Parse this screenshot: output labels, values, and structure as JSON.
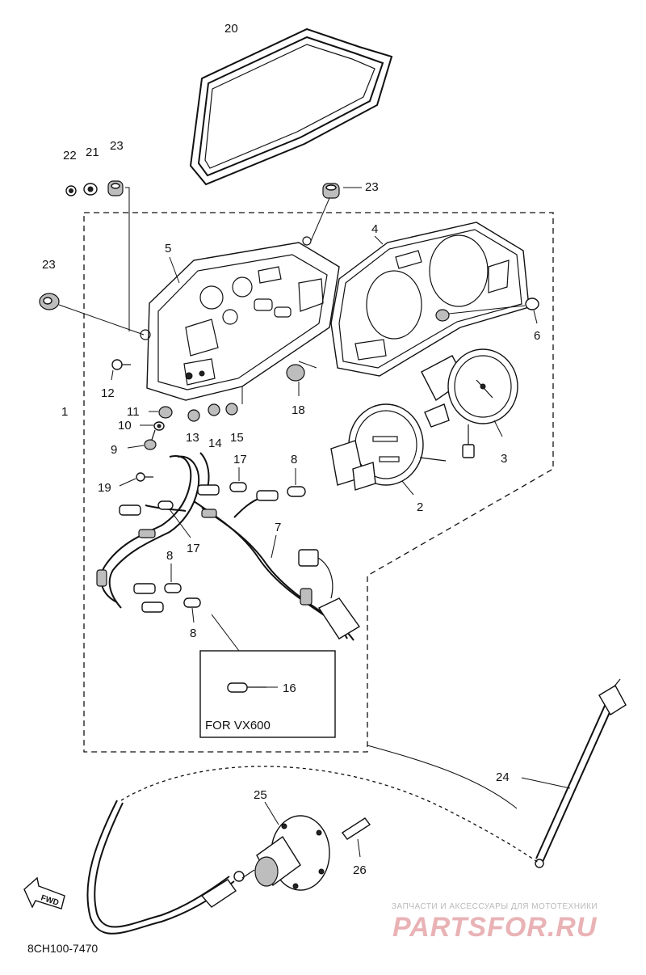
{
  "callouts": [
    {
      "id": "c20",
      "text": "20"
    },
    {
      "id": "c22",
      "text": "22"
    },
    {
      "id": "c21",
      "text": "21"
    },
    {
      "id": "c23a",
      "text": "23"
    },
    {
      "id": "c23b",
      "text": "23"
    },
    {
      "id": "c23c",
      "text": "23"
    },
    {
      "id": "c4",
      "text": "4"
    },
    {
      "id": "c5",
      "text": "5"
    },
    {
      "id": "c6",
      "text": "6"
    },
    {
      "id": "c12",
      "text": "12"
    },
    {
      "id": "c1",
      "text": "1"
    },
    {
      "id": "c11",
      "text": "11"
    },
    {
      "id": "c10",
      "text": "10"
    },
    {
      "id": "c13",
      "text": "13"
    },
    {
      "id": "c14",
      "text": "14"
    },
    {
      "id": "c15",
      "text": "15"
    },
    {
      "id": "c18",
      "text": "18"
    },
    {
      "id": "c3",
      "text": "3"
    },
    {
      "id": "c9",
      "text": "9"
    },
    {
      "id": "c19",
      "text": "19"
    },
    {
      "id": "c17a",
      "text": "17"
    },
    {
      "id": "c8a",
      "text": "8"
    },
    {
      "id": "c17b",
      "text": "17"
    },
    {
      "id": "c2",
      "text": "2"
    },
    {
      "id": "c7",
      "text": "7"
    },
    {
      "id": "c8b",
      "text": "8"
    },
    {
      "id": "c8c",
      "text": "8"
    },
    {
      "id": "c16",
      "text": "16"
    },
    {
      "id": "c24",
      "text": "24"
    },
    {
      "id": "c25",
      "text": "25"
    },
    {
      "id": "c26",
      "text": "26"
    }
  ],
  "note": {
    "text": "FOR VX600"
  },
  "fwd_label": "FWD",
  "drawing_code": "8CH100-7470",
  "watermark": {
    "tagline": "ЗАПЧАСТИ И АКСЕССУАРЫ ДЛЯ МОТОТЕХНИКИ",
    "brand": "PARTSFOR.RU",
    "color": "#e9b3b6"
  }
}
